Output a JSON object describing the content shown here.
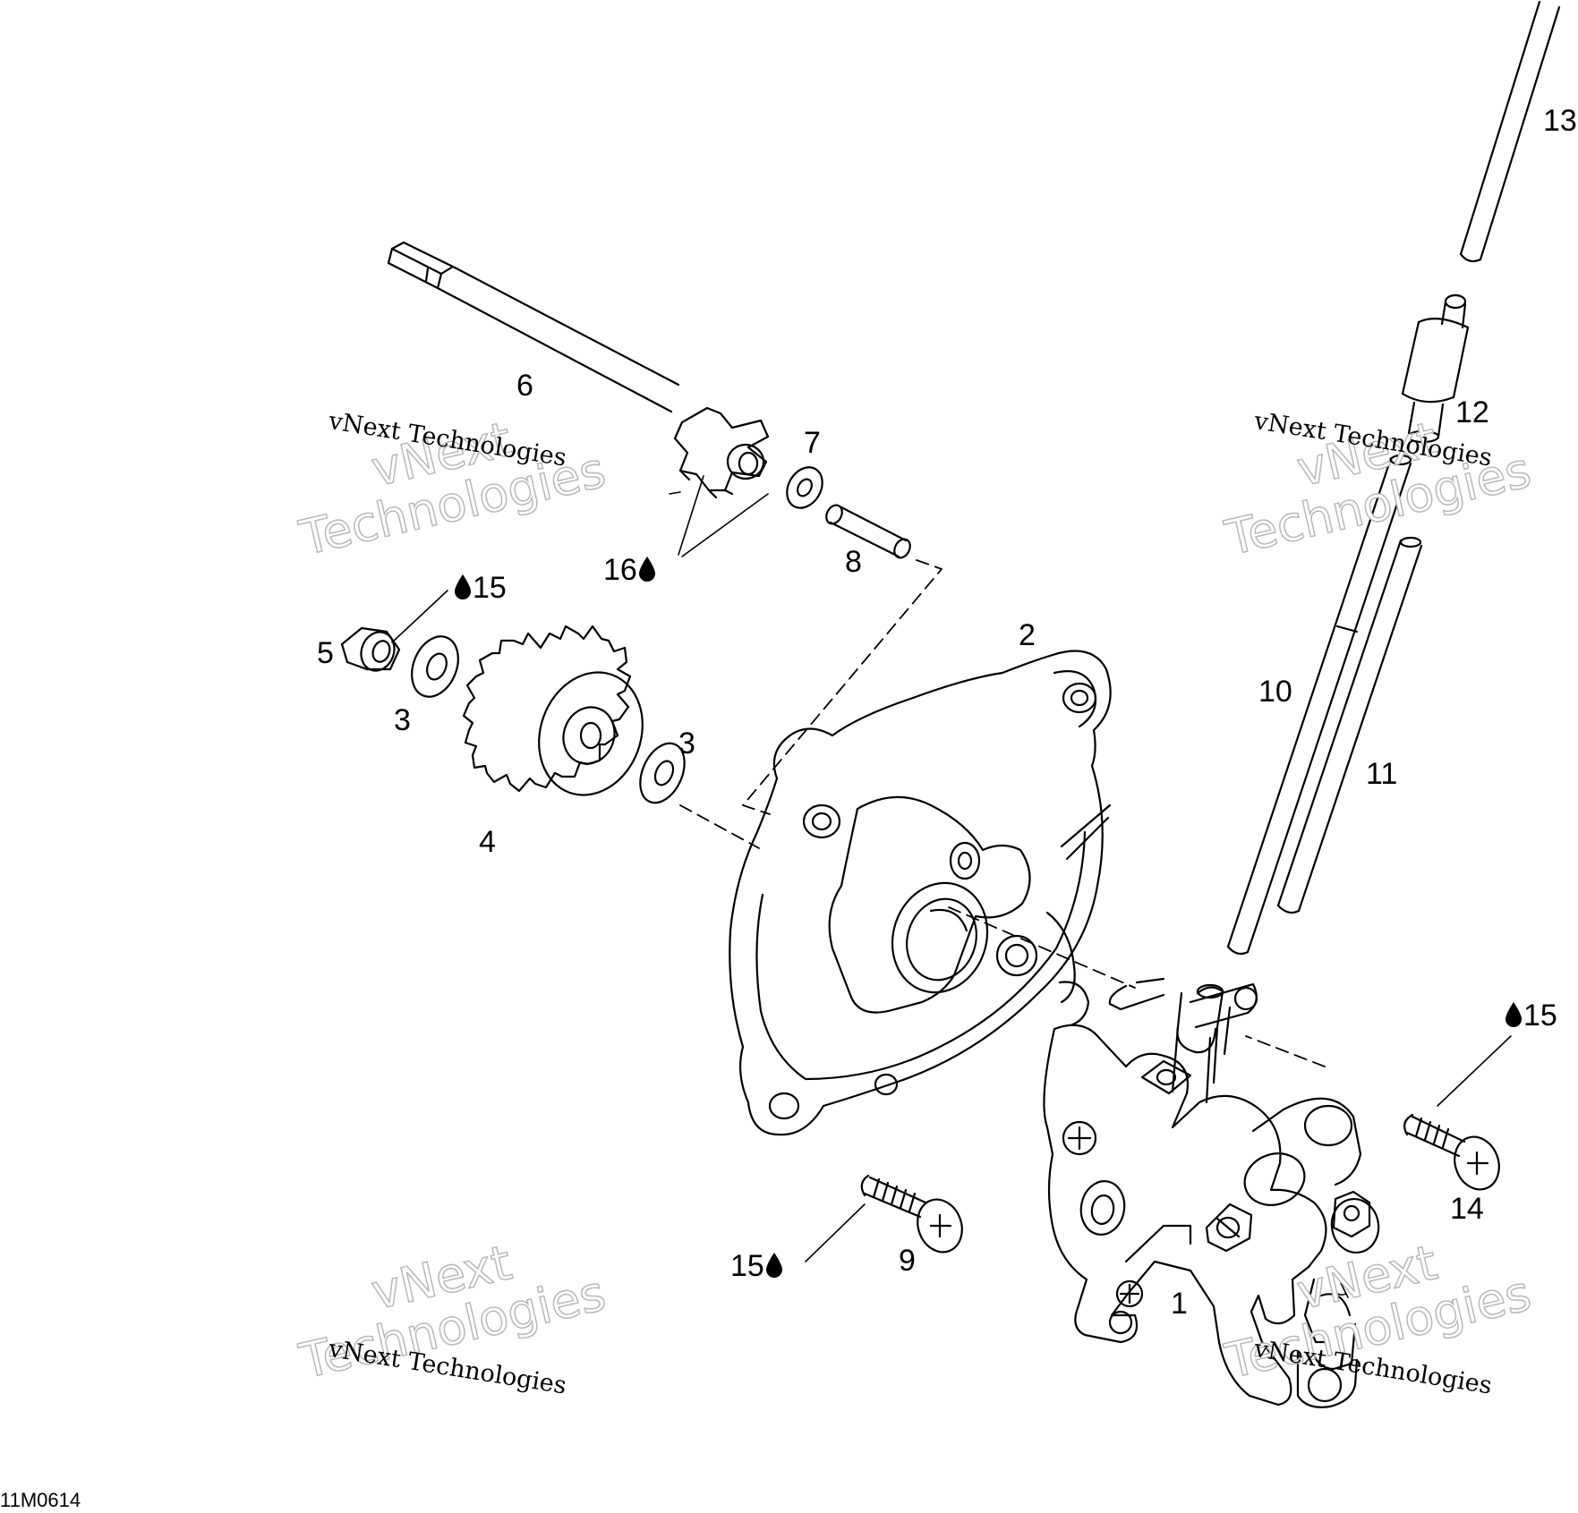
{
  "figure_id": "11M0614",
  "watermark": {
    "line": "vNext Technologies",
    "big_top": "vNext",
    "big_bottom": "Technologies"
  },
  "callouts": {
    "c1": "1",
    "c2": "2",
    "c3a": "3",
    "c3b": "3",
    "c4": "4",
    "c5": "5",
    "c6": "6",
    "c7": "7",
    "c8": "8",
    "c9": "9",
    "c10": "10",
    "c11": "11",
    "c12": "12",
    "c13": "13",
    "c14": "14",
    "c15a": "15",
    "c15b": "15",
    "c15c": "15",
    "c16": "16"
  },
  "icons": {
    "lubricant": "oil-drop-icon"
  }
}
